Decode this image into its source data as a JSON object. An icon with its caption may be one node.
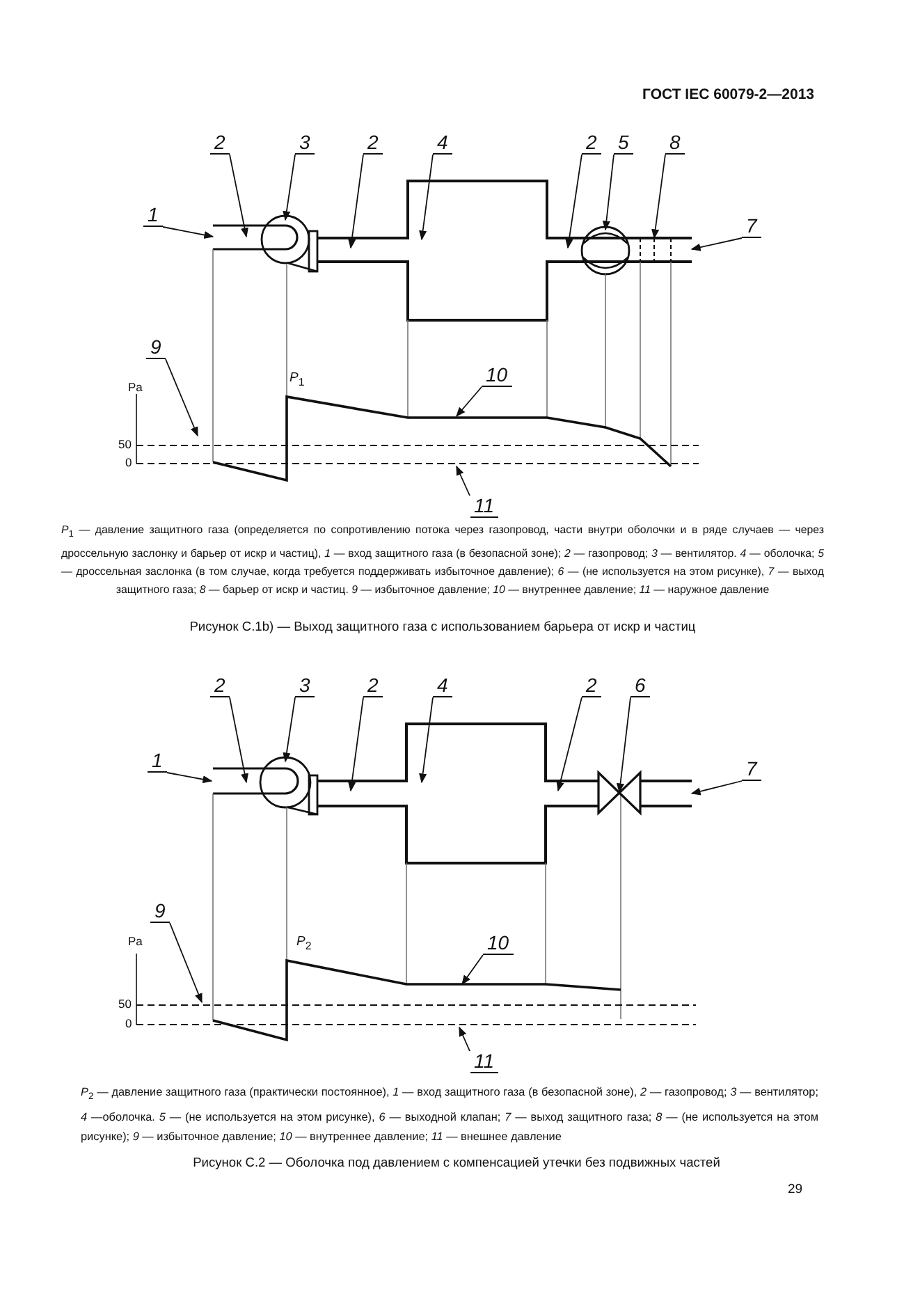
{
  "diagram": {
    "nodes": [
      {
        "text": [
          "2"
        ]
      },
      {
        "text": [
          "3"
        ]
      },
      {
        "text": [
          "2"
        ]
      },
      {
        "text": [
          "4"
        ]
      },
      {
        "text": [
          "2"
        ]
      },
      {
        "text": [
          "5"
        ]
      },
      {
        "text": [
          "8"
        ]
      },
      {
        "text": [
          "1"
        ]
      },
      {
        "text": [
          "7"
        ]
      },
      {
        "text": [
          "9"
        ]
      },
      {
        "text": [
          "10"
        ]
      },
      {
        "text": [
          "11"
        ]
      },
      {
        "text": [
          "2"
        ]
      },
      {
        "text": [
          "3"
        ]
      },
      {
        "text": [
          "2"
        ]
      },
      {
        "text": [
          "4"
        ]
      },
      {
        "text": [
          "2"
        ]
      },
      {
        "text": [
          "6"
        ]
      },
      {
        "text": [
          "1"
        ]
      },
      {
        "text": [
          "7"
        ]
      },
      {
        "text": [
          "9"
        ]
      },
      {
        "text": [
          "10"
        ]
      },
      {
        "text": [
          "11"
        ]
      },
      {
        "text": [],
        "shape": "pipe"
      },
      {
        "text": [],
        "shape": "pipe"
      },
      {
        "text": [],
        "shape": "barrier"
      },
      {
        "text": [],
        "shape": "valve"
      }
    ],
    "edges": [
      {
        "from": 0,
        "to": null,
        "arrow": "to"
      },
      {
        "from": 1,
        "to": null,
        "arrow": "to"
      },
      {
        "from": 2,
        "to": null,
        "arrow": "to"
      },
      {
        "from": 3,
        "to": null,
        "arrow": "to"
      },
      {
        "from": 4,
        "to": null,
        "arrow": "to"
      },
      {
        "from": 5,
        "to": null,
        "arrow": "to"
      },
      {
        "from": 6,
        "to": 25,
        "arrow": "to"
      },
      {
        "from": 7,
        "to": null,
        "arrow": "to"
      },
      {
        "from": 8,
        "to": 23,
        "arrow": "to"
      },
      {
        "from": 9,
        "to": null,
        "arrow": "to"
      },
      {
        "from": 10,
        "to": null,
        "arrow": "to"
      },
      {
        "from": 11,
        "to": null,
        "arrow": "to"
      },
      {
        "from": 12,
        "to": null,
        "arrow": "to"
      },
      {
        "from": 13,
        "to": null,
        "arrow": "to"
      },
      {
        "from": 14,
        "to": null,
        "arrow": "to"
      },
      {
        "from": 15,
        "to": null,
        "arrow": "to"
      },
      {
        "from": 16,
        "to": null,
        "arrow": "to"
      },
      {
        "from": 17,
        "to": 26,
        "arrow": "to"
      },
      {
        "from": 18,
        "to": null,
        "arrow": "to"
      },
      {
        "from": 19,
        "to": 24,
        "arrow": "to"
      },
      {
        "from": 20,
        "to": null,
        "arrow": "to"
      },
      {
        "from": 21,
        "to": null,
        "arrow": "to"
      },
      {
        "from": 22,
        "to": null,
        "arrow": "to"
      }
    ],
    "labels": [
      "ГОСТ IEC 60079-2—2013",
      "Pa",
      "50",
      "0",
      "*P*$_{1}$",
      "*P*$_{1}$ — давление защитного газа (определяется по сопротивлению потока через газопровод, части внутри оболочки и в ряде случаев — через дроссельную заслонку и барьер от искр и частиц), *1* — вход защитного газа (в безопасной зоне); *2* — газопровод; *3* — вентилятор. *4* — оболочка; *5* — дроссельная заслонка (в том случае, когда требуется поддерживать избыточное давление); *6* — (не используется на этом рисунке), *7* — выход защитного газа; *8* — барьер от искр и частиц. *9* — избыточное давление; *10* — внутреннее давление; *11* — наружное давление",
      "Рисунок С.1b) — Выход защитного газа с использованием барьера от искр и частиц",
      "Pa",
      "50",
      "0",
      "*P*$_{2}$",
      "*P*$_{2}$ — давление защитного газа (практически постоянное), *1* — вход защитного газа (в безопасной зоне), *2* — газопровод; *3* — вентилятор; *4* —оболочка. *5* — (не используется на этом рисунке), *6* — выходной клапан; *7* — выход защитного газа; *8* — (не используется на этом рисунке); *9* — избыточное давление; *10* — внутреннее давление; *11* — внешнее давление",
      "Рисунок С.2 — Оболочка под давлением с компенсацией утечки без подвижных частей",
      "29"
    ]
  }
}
